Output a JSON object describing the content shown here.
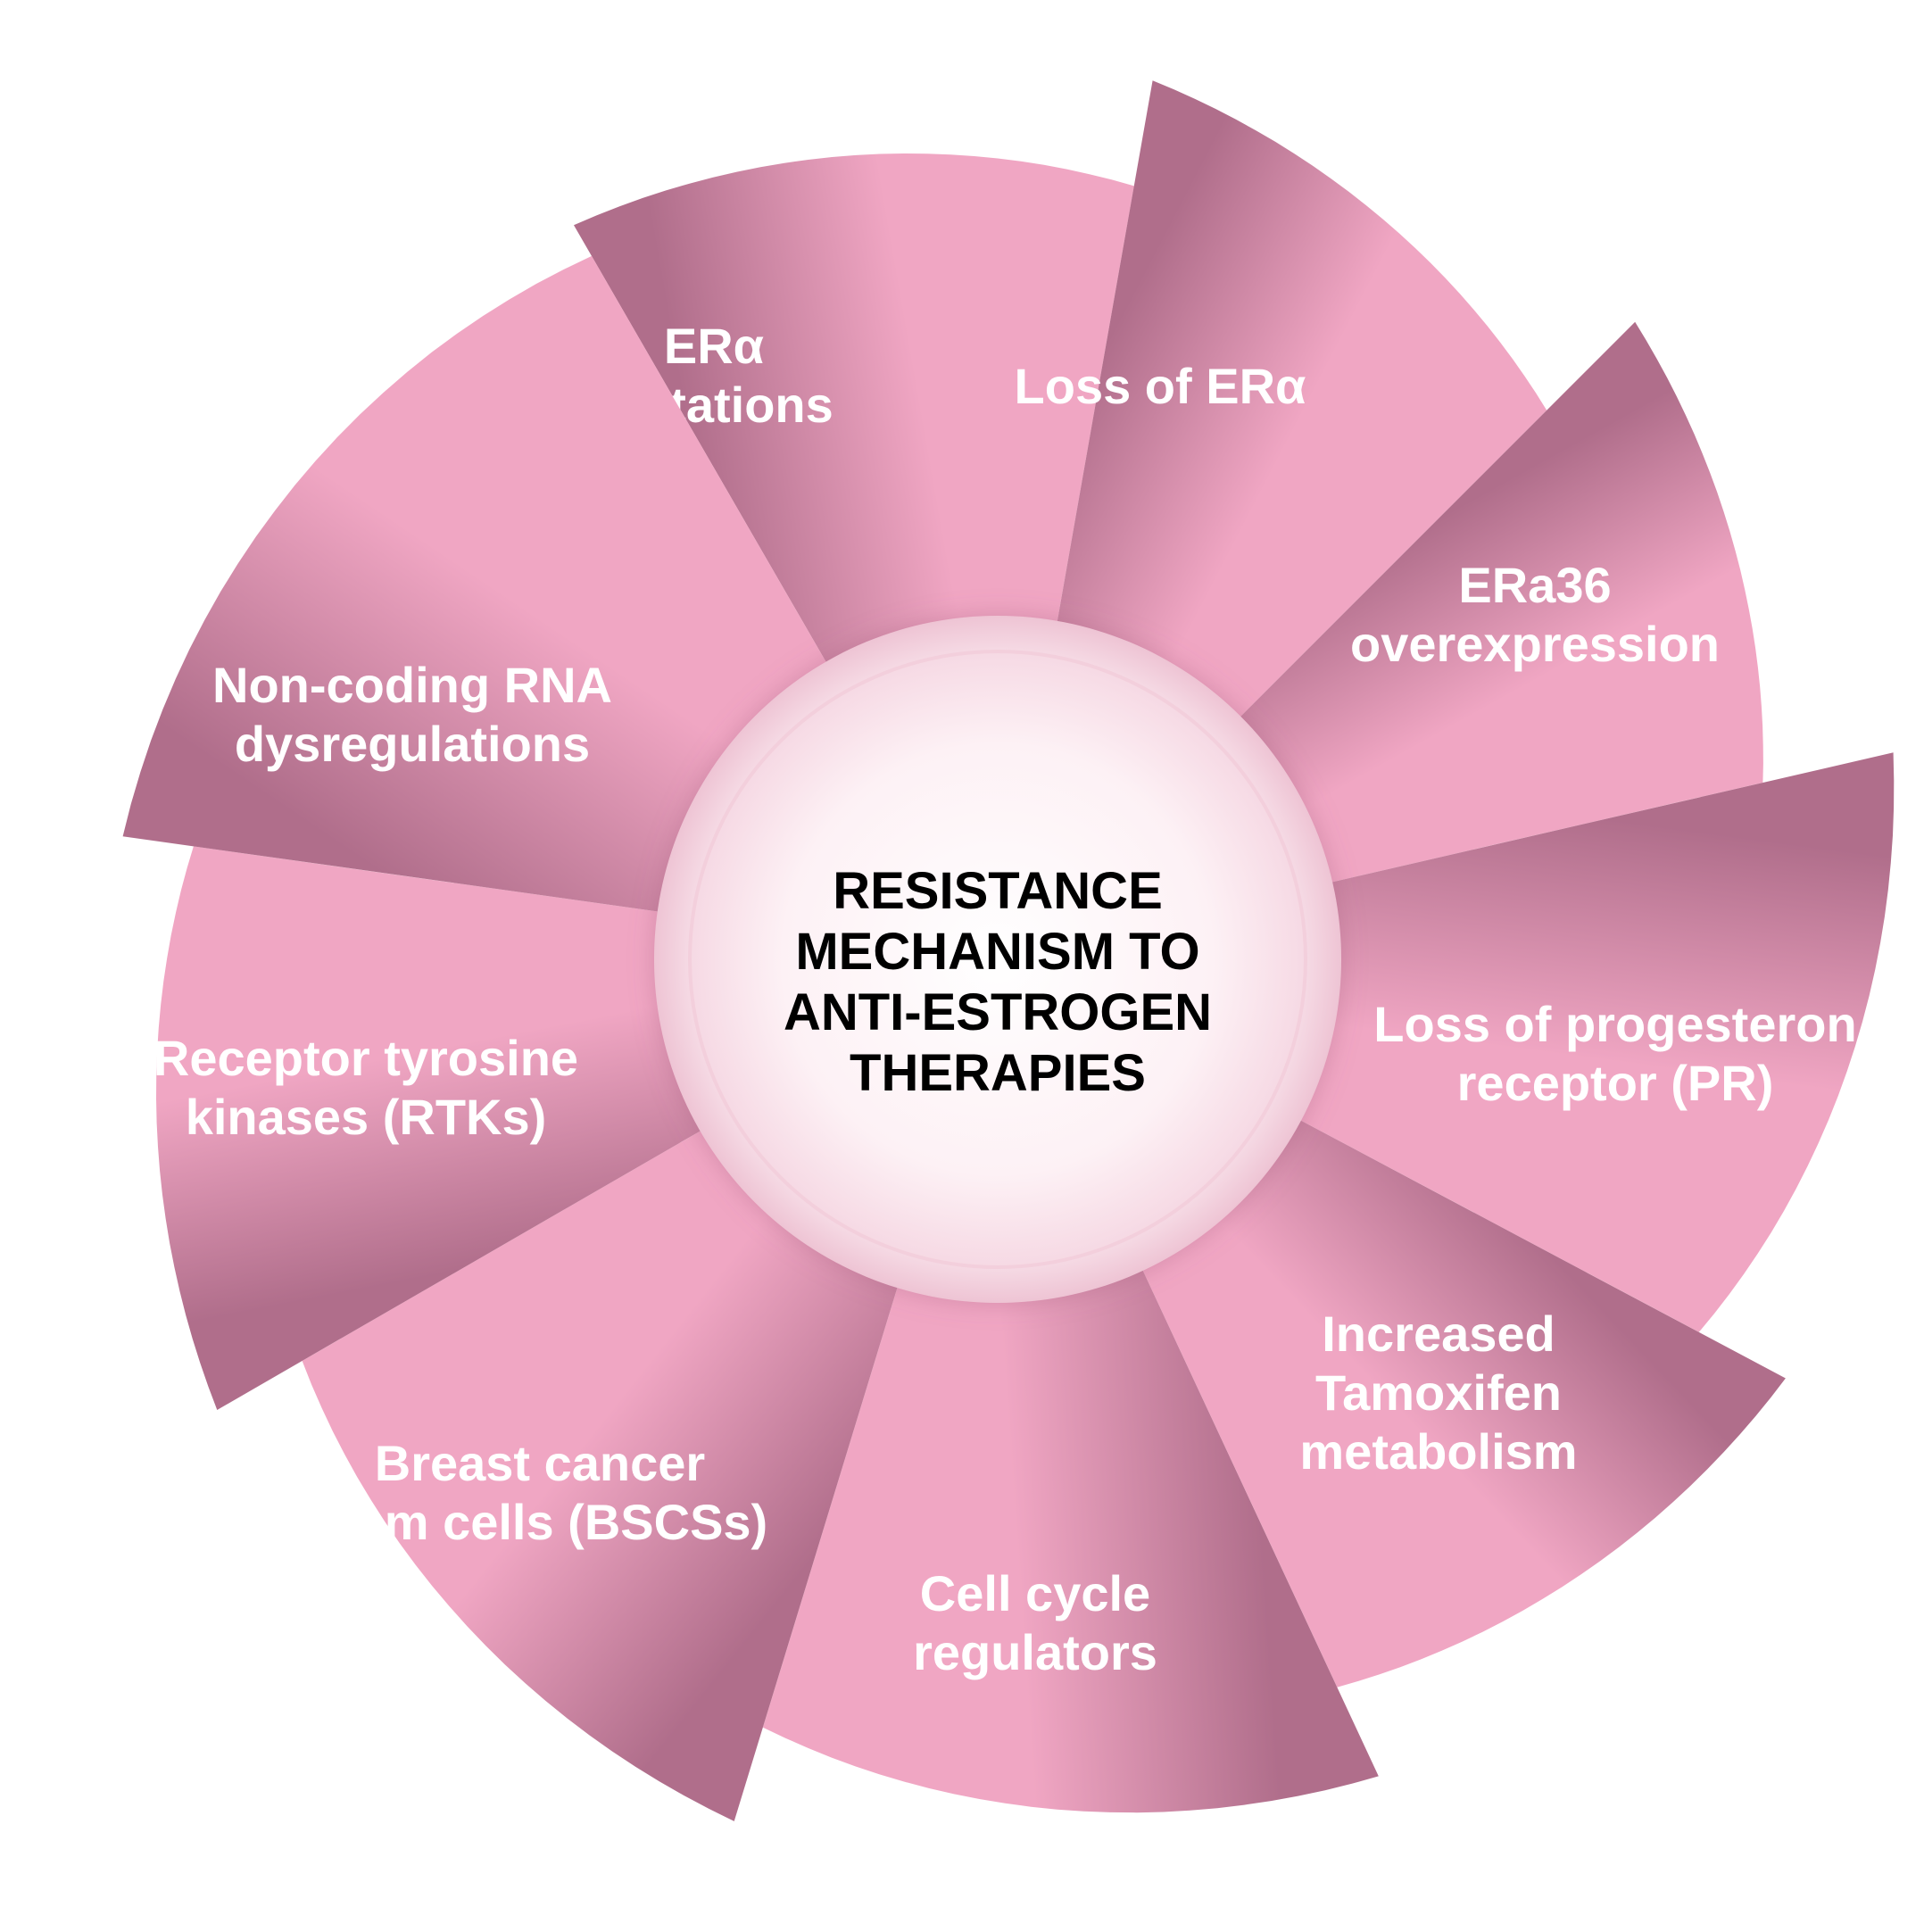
{
  "center": {
    "lines": [
      "RESISTANCE",
      "MECHANISM TO",
      "ANTI-ESTROGEN",
      "THERAPIES"
    ]
  },
  "segments": [
    {
      "id": "er-alpha-mutations",
      "lines": [
        "ERα",
        "mutations"
      ]
    },
    {
      "id": "loss-of-er-alpha",
      "lines": [
        "Loss of ERα"
      ]
    },
    {
      "id": "era36-overexpression",
      "lines": [
        "ERa36",
        "overexpression"
      ]
    },
    {
      "id": "loss-of-pr",
      "lines": [
        "Loss of progesteron",
        "receptor (PR)"
      ]
    },
    {
      "id": "tamoxifen-metabolism",
      "lines": [
        "Increased",
        "Tamoxifen",
        "metabolism"
      ]
    },
    {
      "id": "cell-cycle-regulators",
      "lines": [
        "Cell cycle",
        "regulators"
      ]
    },
    {
      "id": "bscs",
      "lines": [
        "Breast cancer",
        "stem cells (BSCSs)"
      ]
    },
    {
      "id": "rtks",
      "lines": [
        "Receptor tyrosine",
        "kinases (RTKs)"
      ]
    },
    {
      "id": "non-coding-rna",
      "lines": [
        "Non-coding RNA",
        "dysregulations"
      ]
    }
  ],
  "colors": {
    "segment_light": "#f0a6c3",
    "segment_dark": "#b06e8b",
    "segment_label": "#ffffff",
    "center_fill": "#fdf0f4",
    "center_ring": "#f7d6e2",
    "center_label": "#000000"
  }
}
